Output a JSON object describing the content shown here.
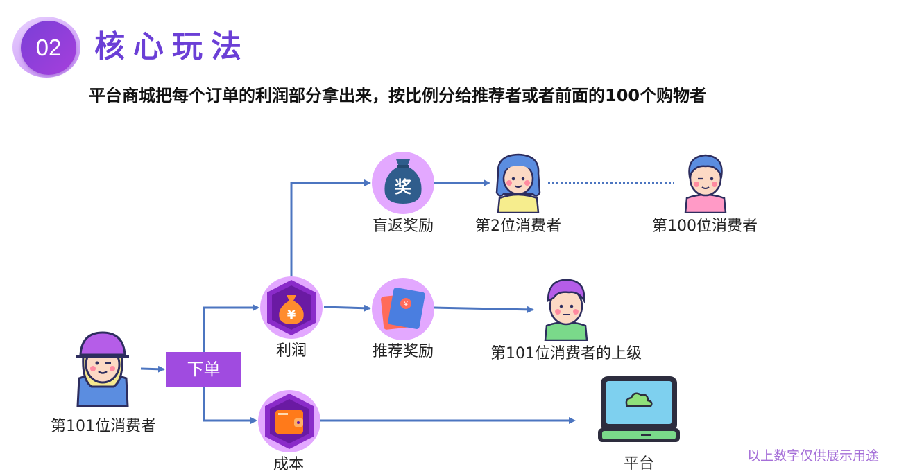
{
  "header": {
    "number": "02",
    "title": "核心玩法",
    "subtitle": "平台商城把每个订单的利润部分拿出来，按比例分给推荐者或者前面的100个购物者"
  },
  "flow": {
    "order_label": "下单",
    "consumer_101": "第101位消费者",
    "profit": "利润",
    "cost": "成本",
    "blind_rebate_reward": "盲返奖励",
    "referral_reward": "推荐奖励",
    "consumer_2": "第2位消费者",
    "consumer_100": "第100位消费者",
    "consumer_101_superior": "第101位消费者的上级",
    "platform": "平台",
    "reward_glyph": "奖",
    "yen_glyph": "¥"
  },
  "footer": {
    "note": "以上数字仅供展示用途"
  },
  "colors": {
    "arrow": "#4c75c0",
    "purple": "#a04be0",
    "circle": "#e3a8ff"
  }
}
